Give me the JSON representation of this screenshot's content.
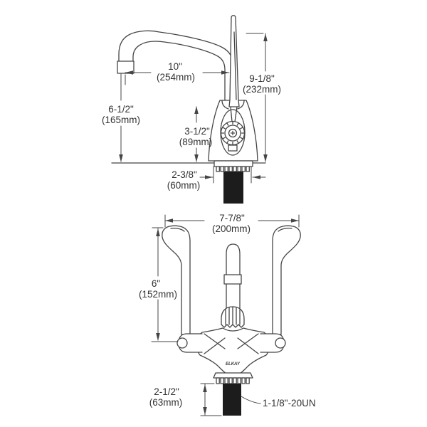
{
  "brand_label": "ELKAY",
  "colors": {
    "line": "#454545",
    "text": "#333333",
    "shank_fill": "#1c1c1c",
    "background": "#ffffff"
  },
  "side_view": {
    "spout_reach_in": "10\"",
    "spout_reach_mm": "(254mm)",
    "overall_height_in": "9-1/8\"",
    "overall_height_mm": "(232mm)",
    "spout_clearance_in": "6-1/2\"",
    "spout_clearance_mm": "(165mm)",
    "handle_hub_height_in": "3-1/2\"",
    "handle_hub_height_mm": "(89mm)",
    "base_width_in": "2-3/8\"",
    "base_width_mm": "(60mm)"
  },
  "top_view": {
    "overall_width_in": "7-7/8\"",
    "overall_width_mm": "(200mm)",
    "handle_length_in": "6\"",
    "handle_length_mm": "(152mm)",
    "shank_length_in": "2-1/2\"",
    "shank_length_mm": "(63mm)",
    "shank_thread_label": "1-1/8\"-20UN"
  }
}
